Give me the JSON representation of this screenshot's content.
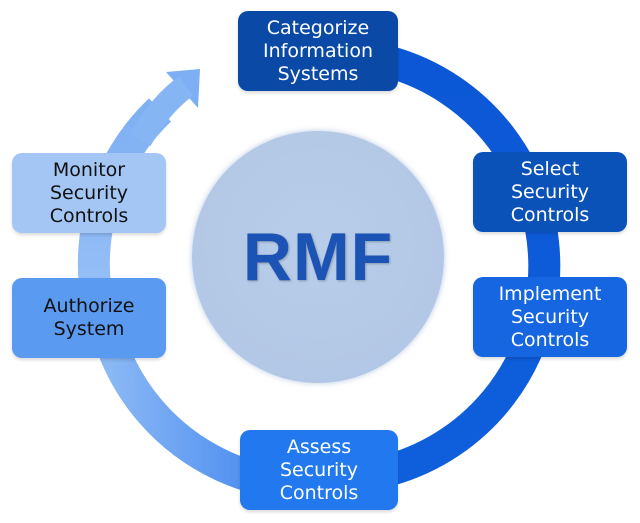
{
  "title": "RMF",
  "center_label": "RMF",
  "steps": [
    {
      "label": "Categorize\nInformation\nSystems",
      "bg": "#0a4aa6",
      "fg": "#ffffff"
    },
    {
      "label": "Select\nSecurity\nControls",
      "bg": "#0b52b8",
      "fg": "#ffffff"
    },
    {
      "label": "Implement\nSecurity\nControls",
      "bg": "#1566e0",
      "fg": "#ffffff"
    },
    {
      "label": "Assess\nSecurity\nControls",
      "bg": "#2279ef",
      "fg": "#ffffff"
    },
    {
      "label": "Authorize\nSystem",
      "bg": "#5a9af0",
      "fg": "#111111"
    },
    {
      "label": "Monitor\nSecurity\nControls",
      "bg": "#a3c6f5",
      "fg": "#111111"
    }
  ],
  "colors": {
    "ring_dark": "#0a50c8",
    "ring_mid": "#1a6ae6",
    "ring_light": "#6aa2f2",
    "ring_pale": "#a8c9f6",
    "center_fill": "#b3c8e6",
    "center_text": "#1b54b4"
  }
}
